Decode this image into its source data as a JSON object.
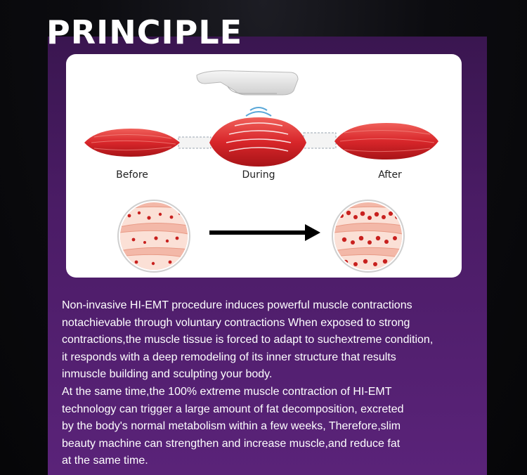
{
  "title": "PRINCIPLE",
  "stages": {
    "before": "Before",
    "during": "During",
    "after": "After"
  },
  "description": {
    "paragraph_1": "Non-invasive HI-EMT procedure induces powerful muscle contractions\nnotachievable through voluntary contractions When exposed to strong\ncontractions,the muscle tissue is forced to adapt to suchextreme condition,\nit responds with a deep remodeling of its inner structure that results\ninmuscle building and sculpting your body.",
    "paragraph_2": "At the same time,the 100% extreme muscle contraction of HI-EMT\ntechnology can trigger a large amount of fat decomposition, excreted\nby the body's normal metabolism within a few weeks, Therefore,slim\nbeauty machine can strengthen and increase muscle,and reduce fat\nat the same time."
  },
  "colors": {
    "panel": "#4b1c66",
    "muscle": "#d8262a",
    "tissue": "#f3b8a8",
    "dot": "#c8201e"
  }
}
